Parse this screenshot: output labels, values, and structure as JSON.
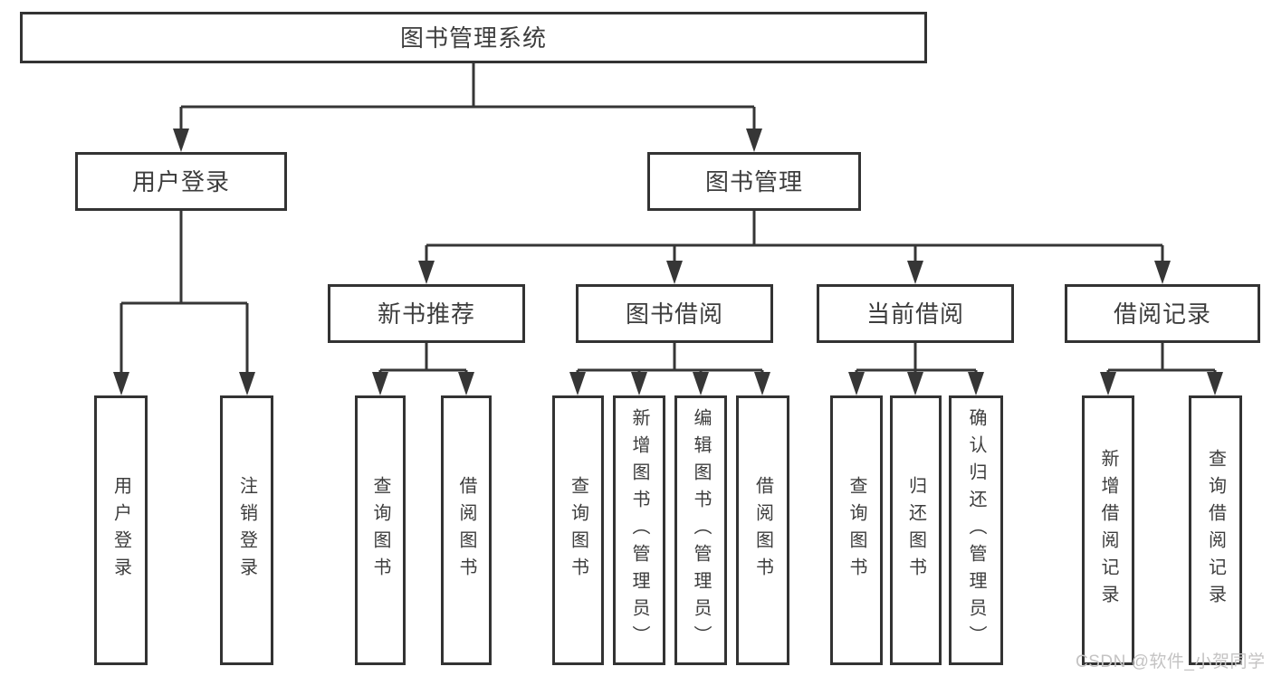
{
  "nodes": {
    "root": "图书管理系统",
    "level2": {
      "user_login": "用户登录",
      "book_management": "图书管理"
    },
    "level3": {
      "new_book_recommend": "新书推荐",
      "book_borrow": "图书借阅",
      "current_borrow": "当前借阅",
      "borrow_records": "借阅记录"
    },
    "leaves": {
      "login": "用户登录",
      "logout": "注销登录",
      "nbr_query_books": "查询图书",
      "nbr_borrow_books": "借阅图书",
      "bb_query_books": "查询图书",
      "bb_add_books": "新增图书（管理员）",
      "bb_edit_books": "编辑图书（管理员）",
      "bb_borrow_books": "借阅图书",
      "cb_query_books": "查询图书",
      "cb_return_books": "归还图书",
      "cb_confirm_return": "确认归还（管理员）",
      "br_add_record": "新增借阅记录",
      "br_query_record": "查询借阅记录"
    }
  },
  "watermark": "CSDN @软件_小贺同学",
  "colors": {
    "line": "#363636",
    "border": "#333333",
    "text": "#3d3d3d",
    "watermark_text": "#c4c3c3",
    "background": "#ffffff"
  }
}
